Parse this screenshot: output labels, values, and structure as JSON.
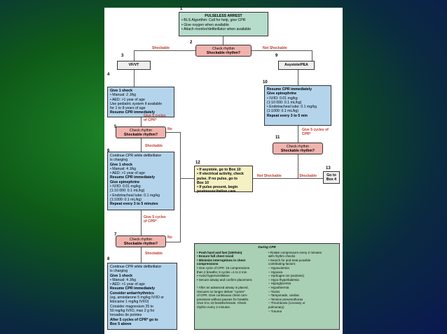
{
  "box1": {
    "num": "1",
    "title": "PULSELESS ARREST",
    "lines": [
      "• BLS Algorithm: Call for help, give CPR",
      "• Give oxygen when available",
      "• Attach monitor/defibrillator when available"
    ]
  },
  "box2": {
    "num": "2",
    "line1": "Check rhythm",
    "line2": "Shockable rhythm?"
  },
  "shockable_left": "Shockable",
  "not_shockable_top": "Not Shockable",
  "box3": {
    "num": "3",
    "text": "VF/VT"
  },
  "box9": {
    "num": "9",
    "text": "Asystole/PEA"
  },
  "box4": {
    "num": "4",
    "lines": [
      "Give 1 shock",
      "• Manual: 2 J/kg",
      "• AED: >1 year of age",
      "  Use pediatric system if available",
      "  for 1 to 8 years of age",
      "Resume CPR immediately"
    ]
  },
  "box10": {
    "num": "10",
    "lines": [
      "Resume CPR immediately",
      "Give epinephrine",
      "• IV/IO: 0.01 mg/kg",
      "  (1:10 000: 0.1 mL/kg)",
      "• Endotracheal tube: 0.1 mg/kg",
      "  (1:1000: 0.1 mL/kg)",
      "Repeat every 3 to 5 min"
    ]
  },
  "give5a": "Give 5 cycles of CPR*",
  "box5": {
    "num": "5",
    "line1": "Check rhythm",
    "line2": "Shockable rhythm?"
  },
  "no5": "No",
  "shockable5": "Shockable",
  "give5b": "Give 5 cycles of CPR*",
  "box11": {
    "num": "11",
    "line1": "Check rhythm",
    "line2": "Shockable rhythm?"
  },
  "box6": {
    "num": "6",
    "lines": [
      "Continue CPR while defibrillator",
      "is charging",
      "Give 1 shock",
      "• Manual: 4 J/kg",
      "• AED: >1 year of age",
      "Resume CPR immediately",
      "Give epinephrine",
      "• IV/IO: 0.01 mg/kg",
      "  (1:10 000: 0.1 mL/kg)",
      "• Endotracheal tube: 0.1 mg/kg",
      "  (1:1000: 0.1 mL/kg)",
      "Repeat every 3 to 5 minutes"
    ]
  },
  "box12": {
    "num": "12",
    "lines": [
      "• If asystole, go to Box 10",
      "• If electrical activity, check",
      "  pulse. If no pulse, go to",
      "  Box 10",
      "• If pulse present, begin",
      "  postresuscitation care"
    ]
  },
  "not_shockable_mid": "Not Shockable",
  "shockable_mid": "Shockable",
  "box13": {
    "num": "13",
    "line1": "Go to",
    "line2": "Box 4"
  },
  "give5c": "Give 5 cycles of CPR*",
  "box7": {
    "num": "7",
    "line1": "Check rhythm",
    "line2": "Shockable rhythm?"
  },
  "no7": "No",
  "shockable7": "Shockable",
  "box8": {
    "num": "8",
    "lines": [
      "Continue CPR while defibrillator",
      "is charging",
      "Give 1 shock",
      "• Manual: 4 J/kg",
      "• AED: >1 year of age",
      "Resume CPR immediately",
      "Consider antiarrhythmics",
      "  (eg, amiodarone 5 mg/kg IV/IO or",
      "  lidocaine 1 mg/kg IV/IO)",
      "Consider magnesium 25 to",
      "  50 mg/kg IV/IO, max 2 g for",
      "  torsades de pointes",
      "After 5 cycles of CPR* go to",
      "Box 5 above"
    ]
  },
  "during": {
    "title": "During CPR",
    "left": [
      "• Push hard and fast (100/min)",
      "• Ensure full chest recoil",
      "• Minimize interruptions in chest",
      "  compressions",
      "• One cycle of CPR: 15 compressions",
      "  then 2 breaths; 5 cycles =1 to 2 min",
      "• Avoid hyperventilation",
      "• Secure airway and confirm placement.",
      "",
      "* After an advanced airway is placed,",
      "  rescuers no longer deliver \"cycles\"",
      "  of CPR. Give continuous chest com-",
      "  pressions without pauses for breaths.",
      "  Give 8 to 10 breaths/minute. Check",
      "  rhythm every 2 minutes."
    ],
    "right": [
      "• Rotate compressors every 2 minutes",
      "  with rhythm checks",
      "• Search for and treat possible",
      "  contributing factors:",
      "  – Hypovolemia",
      "  – Hypoxia",
      "  – Hydrogen ion (acidosis)",
      "  – Hypo-/hyperkalemia",
      "  – Hypoglycemia",
      "  – Hypothermia",
      "  – Toxins",
      "  – Tamponade, cardiac",
      "  – Tension pneumothorax",
      "  – Thrombosis (coronary or",
      "    pulmonary)",
      "  – Trauma"
    ]
  }
}
